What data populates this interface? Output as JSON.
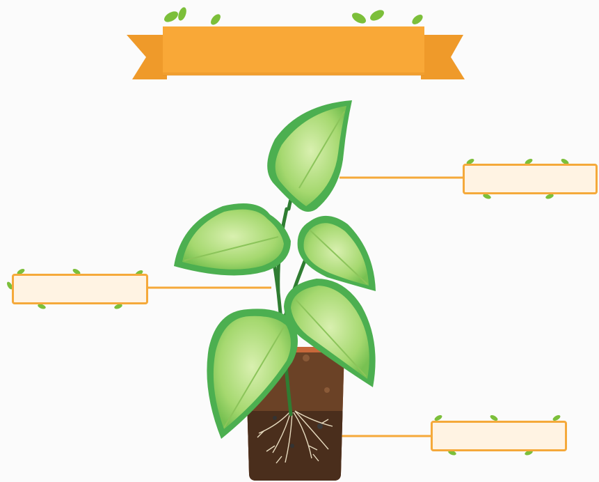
{
  "worksheet": {
    "banner_title": "",
    "labels": [
      {
        "id": "leaf",
        "text": ""
      },
      {
        "id": "stem",
        "text": ""
      },
      {
        "id": "root",
        "text": ""
      }
    ]
  },
  "colors": {
    "background": "#fbfbfb",
    "banner": "#f9a837",
    "banner_tail": "#ef9a2a",
    "label_fill": "#fff3e3",
    "label_border": "#f5a93a",
    "leader_line": "#f5a93a",
    "leaf_dark": "#4caf50",
    "leaf_light": "#b6e28a",
    "stem": "#2f7d32",
    "pot": "#b9562c",
    "soil": "#5a3a22",
    "roots": "#e8dcc0"
  }
}
